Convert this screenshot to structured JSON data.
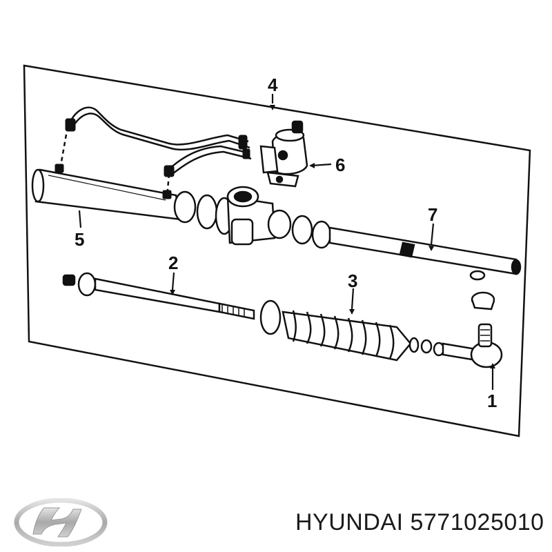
{
  "diagram": {
    "callouts": {
      "one": "1",
      "two": "2",
      "three": "3",
      "four": "4",
      "five": "5",
      "six": "6",
      "seven": "7"
    }
  },
  "footer": {
    "brand": "HYUNDAI",
    "part_number": "5771025010",
    "logo_icon": "hyundai-logo-icon"
  },
  "colors": {
    "ink": "#111111",
    "logo_silver": "#b8b8b8",
    "background": "#ffffff"
  }
}
